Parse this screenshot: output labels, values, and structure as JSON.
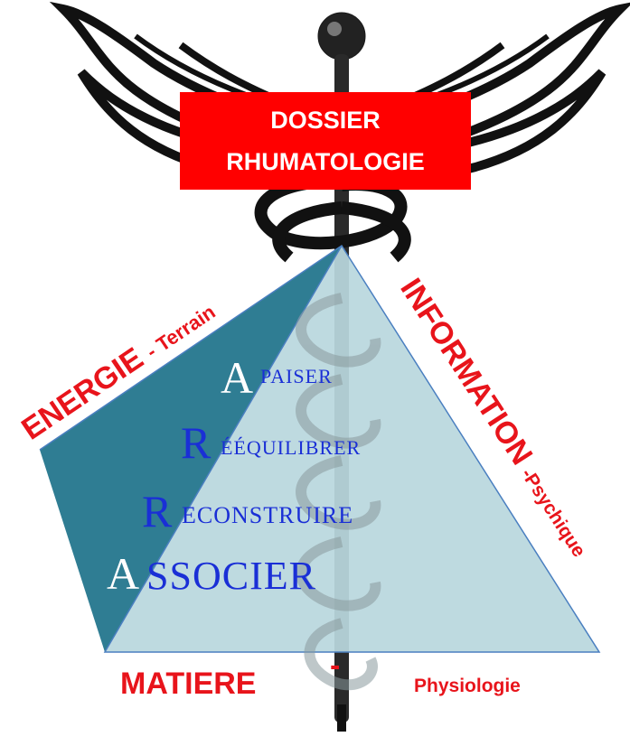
{
  "title_box": {
    "line1": "DOSSIER",
    "line2": "RHUMATOLOGIE"
  },
  "labels": {
    "energie": "ENERGIE",
    "terrain": "- Terrain",
    "information": "INFORMATION",
    "psychique": "-Psychique",
    "matiere": "MATIERE",
    "dash": "-",
    "physiologie": "Physiologie"
  },
  "acronym": [
    {
      "initial": "A",
      "rest": "paiser"
    },
    {
      "initial": "R",
      "rest": "ééquilibrer"
    },
    {
      "initial": "R",
      "rest": "econstruire"
    },
    {
      "initial": "A",
      "rest": "ssocier"
    }
  ],
  "colors": {
    "title_bg": "#ff0000",
    "title_text": "#ffffff",
    "label_red": "#e8141b",
    "acronym_blue": "#1a2fd6",
    "acronym_white": "#ffffff",
    "dark_teal": "#2f7d93",
    "light_teal": "#b9d7de",
    "edge_blue": "#4a7fc0",
    "caduceus": "#1a1a1a"
  }
}
